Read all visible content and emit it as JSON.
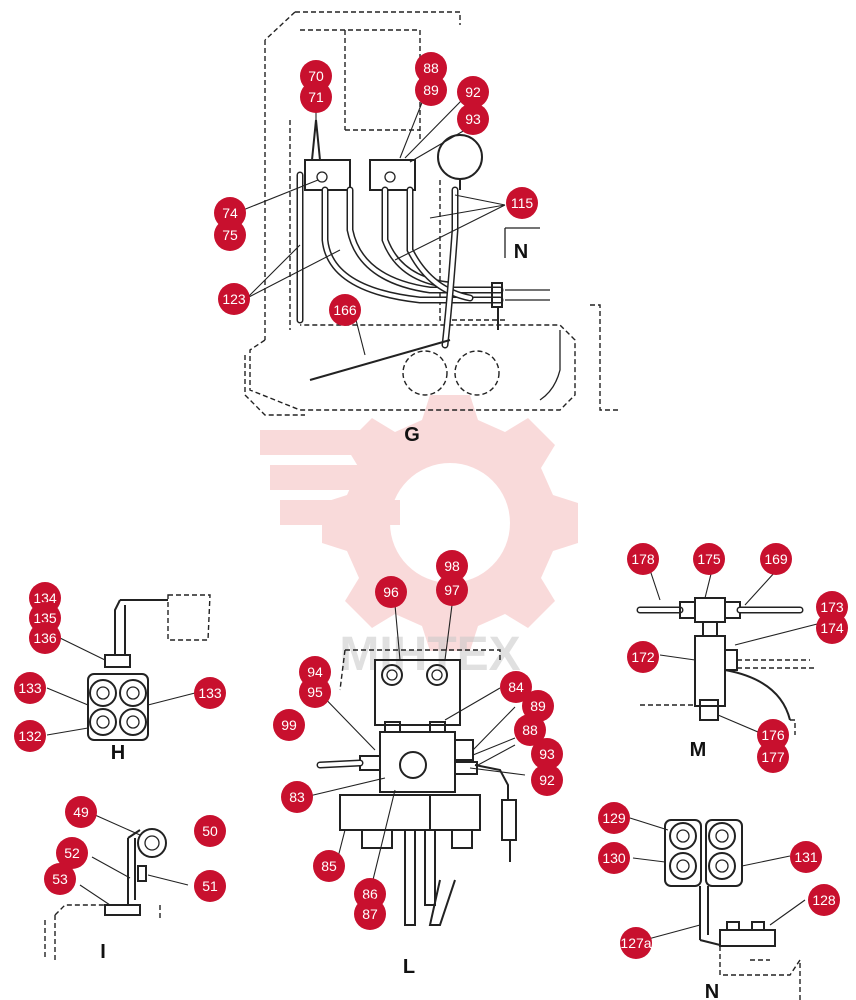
{
  "views": {
    "G": "G",
    "N_ref": "N",
    "H": "H",
    "I": "I",
    "L": "L",
    "M": "M",
    "N": "N"
  },
  "watermark": "MIHTEX",
  "colors": {
    "balloon": "#c8102e",
    "line": "#222222",
    "watermark": "#e85a5a"
  },
  "callouts": {
    "g70": "70",
    "g71": "71",
    "g88": "88",
    "g89": "89",
    "g92": "92",
    "g93": "93",
    "g74": "74",
    "g75": "75",
    "g115": "115",
    "g123": "123",
    "g166": "166",
    "h134": "134",
    "h135": "135",
    "h136": "136",
    "h133a": "133",
    "h133b": "133",
    "h132": "132",
    "i49": "49",
    "i50": "50",
    "i52": "52",
    "i53": "53",
    "i51": "51",
    "l96": "96",
    "l98": "98",
    "l97": "97",
    "l94": "94",
    "l95": "95",
    "l84": "84",
    "l89": "89",
    "l99": "99",
    "l88": "88",
    "l93": "93",
    "l92": "92",
    "l83": "83",
    "l85": "85",
    "l86": "86",
    "l87": "87",
    "m178": "178",
    "m175": "175",
    "m169": "169",
    "m173": "173",
    "m174": "174",
    "m172": "172",
    "m176": "176",
    "m177": "177",
    "n129": "129",
    "n130": "130",
    "n131": "131",
    "n128": "128",
    "n127a": "127a"
  }
}
